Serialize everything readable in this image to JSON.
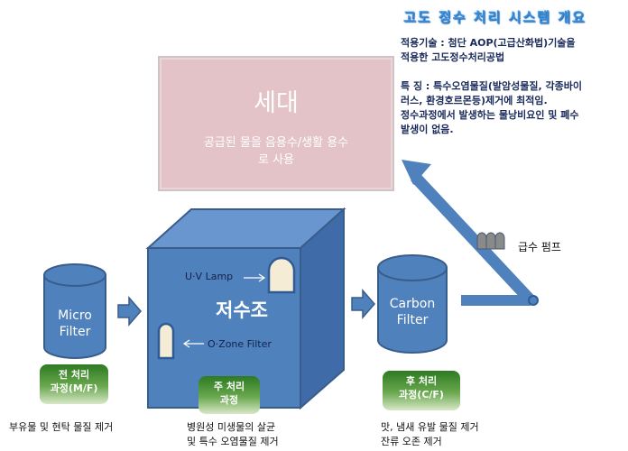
{
  "title": "고도 정수 처리 시스템 개요",
  "description": {
    "line1": "적용기술 : 첨단 AOP(고급산화법)기술을",
    "line2": "적용한 고도정수처리공법",
    "line3": "특 징 : 특수오염물질(발암성물질, 각종바이",
    "line4": "러스, 환경호르몬등)제거에 최적임.",
    "line5": "정수과정에서 발생하는 물낭비요인 및 폐수",
    "line6": "발생이 없음."
  },
  "household": {
    "title": "세대",
    "desc_line1": "공급된 물을 음용수/생활 용수",
    "desc_line2": "로 사용"
  },
  "tank": {
    "title": "저수조",
    "uv_label": "U·V Lamp",
    "ozone_label": "O·Zone Filter"
  },
  "micro_filter": {
    "line1": "Micro",
    "line2": "Filter"
  },
  "carbon_filter": {
    "line1": "Carbon",
    "line2": "Filter"
  },
  "pump": {
    "label": "급수 펌프"
  },
  "stages": [
    {
      "line1": "전 처리",
      "line2": "과정(M/F)",
      "caption1": "부유물 및 현탁 물질  제거",
      "caption2": ""
    },
    {
      "line1": "주 처리",
      "line2": "과정",
      "caption1": "병원성 미생물의 살균",
      "caption2": "및 특수 오염물질 제거"
    },
    {
      "line1": "후 처리",
      "line2": "과정(C/F)",
      "caption1": "맛, 냄새 유발 물질 제거",
      "caption2": "잔류 오존 제거"
    }
  ],
  "colors": {
    "blue": "#4f81bd",
    "blue_dark": "#385d8a",
    "pink": "#e3c3c7",
    "green": "#2e7a22",
    "title_blue": "#3a8fd8"
  }
}
